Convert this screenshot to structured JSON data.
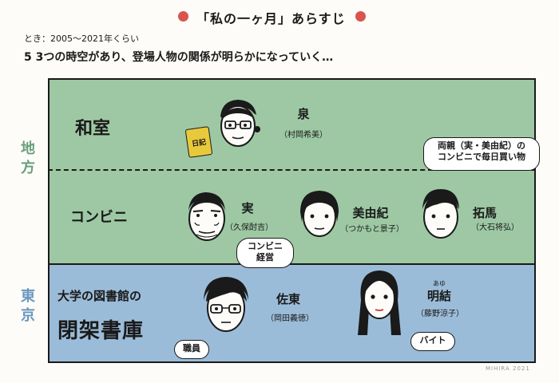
{
  "header": {
    "title": "「私の一ヶ月」あらすじ",
    "period": "とき：2005〜2021年くらい",
    "intro": "5 3つの時空があり、登場人物の関係が明らかになっていく…"
  },
  "regions": {
    "local": "地方",
    "tokyo": "東京"
  },
  "rooms": {
    "washitsu": "和室",
    "konbini": "コンビニ",
    "library_1": "大学の図書館の",
    "library_2": "閉架書庫"
  },
  "characters": {
    "izumi": {
      "name": "泉",
      "actor": "（村岡希美）"
    },
    "minoru": {
      "name": "実",
      "actor": "（久保酎吉）"
    },
    "yumiki": {
      "name": "美由紀",
      "actor": "（つかもと景子）"
    },
    "takuma": {
      "name": "拓馬",
      "actor": "（大石将弘）"
    },
    "sato": {
      "name": "佐東",
      "actor": "（岡田義徳）"
    },
    "aki": {
      "name": "明結",
      "ruby": "あゆ",
      "actor": "（藤野涼子）"
    }
  },
  "notes": {
    "diary": "日記",
    "parents_1": "両親（実・美由紀）の",
    "parents_2": "コンビニで毎日買い物",
    "konbini_1": "コンビニ",
    "konbini_2": "経営",
    "staff": "職員",
    "parttime": "バイト"
  },
  "signature": "MIHIRA 2021"
}
